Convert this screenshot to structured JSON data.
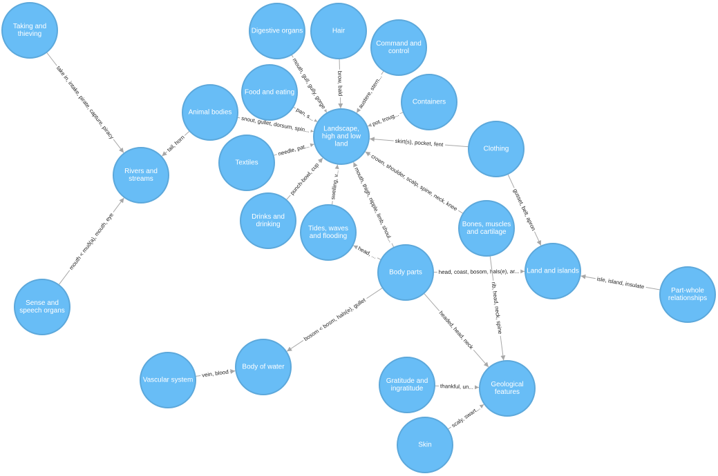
{
  "style": {
    "node_fill": "#68bdf6",
    "node_stroke": "#5ca8db",
    "edge_color": "#a7a7a7",
    "label_color": "#ffffff",
    "edge_label_color": "#222222"
  },
  "nodes": [
    {
      "id": "taking",
      "label": [
        "Taking and",
        "thieving"
      ]
    },
    {
      "id": "rivers",
      "label": [
        "Rivers and",
        "streams"
      ]
    },
    {
      "id": "sense",
      "label": [
        "Sense and",
        "speech organs"
      ]
    },
    {
      "id": "animal",
      "label": [
        "Animal bodies"
      ]
    },
    {
      "id": "digestive",
      "label": [
        "Digestive organs"
      ]
    },
    {
      "id": "hair",
      "label": [
        "Hair"
      ]
    },
    {
      "id": "command",
      "label": [
        "Command and",
        "control"
      ]
    },
    {
      "id": "food",
      "label": [
        "Food and eating"
      ]
    },
    {
      "id": "containers",
      "label": [
        "Containers"
      ]
    },
    {
      "id": "landscape",
      "label": [
        "Landscape,",
        "high and low",
        "land"
      ]
    },
    {
      "id": "textiles",
      "label": [
        "Textiles"
      ]
    },
    {
      "id": "clothing",
      "label": [
        "Clothing"
      ]
    },
    {
      "id": "drinks",
      "label": [
        "Drinks and",
        "drinking"
      ]
    },
    {
      "id": "tides",
      "label": [
        "Tides, waves",
        "and flooding"
      ]
    },
    {
      "id": "bones",
      "label": [
        "Bones, muscles",
        "and cartilage"
      ]
    },
    {
      "id": "land",
      "label": [
        "Land and islands"
      ]
    },
    {
      "id": "part",
      "label": [
        "Part-whole",
        "relationships"
      ]
    },
    {
      "id": "body",
      "label": [
        "Body parts"
      ]
    },
    {
      "id": "vascular",
      "label": [
        "Vascular system"
      ]
    },
    {
      "id": "water",
      "label": [
        "Body of water"
      ]
    },
    {
      "id": "gratitude",
      "label": [
        "Gratitude and",
        "ingratitude"
      ]
    },
    {
      "id": "geological",
      "label": [
        "Geological",
        "features"
      ]
    },
    {
      "id": "skin",
      "label": [
        "Skin"
      ]
    }
  ],
  "edges": [
    {
      "source": "taking",
      "target": "rivers",
      "label": "take in, intake, pirate, capture, piracy"
    },
    {
      "source": "sense",
      "target": "rivers",
      "label": "mouth < muð(a), mouth, eye"
    },
    {
      "source": "animal",
      "target": "rivers",
      "label": "tail, horn"
    },
    {
      "source": "animal",
      "target": "landscape",
      "label": "snout, gullet, dorsum, spin..."
    },
    {
      "source": "digestive",
      "target": "landscape",
      "label": "mouth, gull, gully, gorge"
    },
    {
      "source": "hair",
      "target": "landscape",
      "label": "brow, bald"
    },
    {
      "source": "command",
      "target": "landscape",
      "label": "austere, stern..."
    },
    {
      "source": "food",
      "target": "landscape",
      "label": "pan, s..."
    },
    {
      "source": "containers",
      "target": "landscape",
      "label": "pot, troug..."
    },
    {
      "source": "textiles",
      "target": "landscape",
      "label": "needle, pat..."
    },
    {
      "source": "clothing",
      "target": "landscape",
      "label": "skirt(s), pocket, fent"
    },
    {
      "source": "drinks",
      "target": "landscape",
      "label": "punch-bowl, cup"
    },
    {
      "source": "tides",
      "target": "landscape",
      "label": "swelling, v..."
    },
    {
      "source": "body",
      "target": "landscape",
      "label": "mouth, thigh, nipple, limb, shoul..."
    },
    {
      "source": "bones",
      "target": "landscape",
      "label": "crown, shoulder, scalp, spine, neck, knee"
    },
    {
      "source": "clothing",
      "target": "land",
      "label": "gusset, belt, apron"
    },
    {
      "source": "part",
      "target": "land",
      "label": "isle, island, insulate"
    },
    {
      "source": "body",
      "target": "land",
      "label": "head, coast, bosom, hals(e), ar..."
    },
    {
      "source": "body",
      "target": "tides",
      "label": "head, ..."
    },
    {
      "source": "body",
      "target": "water",
      "label": "bosom < bosm, hals(e), gullet"
    },
    {
      "source": "body",
      "target": "geological",
      "label": "headed, head, neck"
    },
    {
      "source": "bones",
      "target": "geological",
      "label": "rib, head, neck, spine"
    },
    {
      "source": "vascular",
      "target": "water",
      "label": "vein, blood"
    },
    {
      "source": "gratitude",
      "target": "geological",
      "label": "thankful, un..."
    },
    {
      "source": "skin",
      "target": "geological",
      "label": "scaly, swart..."
    }
  ]
}
